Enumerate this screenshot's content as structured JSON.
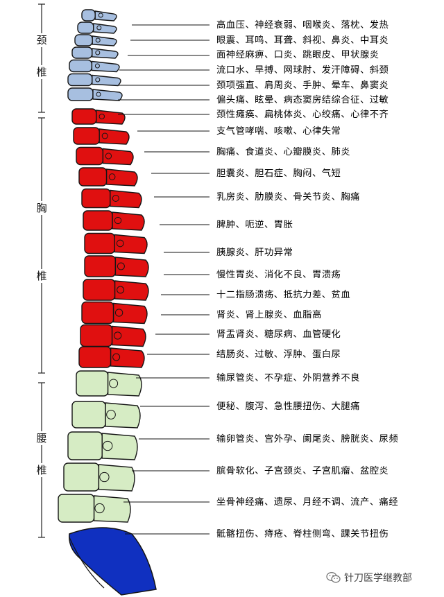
{
  "regions": {
    "cervical": [
      "颈",
      "椎"
    ],
    "thoracic": [
      "胸",
      "椎"
    ],
    "lumbar": [
      "腰",
      "椎"
    ]
  },
  "labels": [
    "高血压、神经衰弱、咽喉炎、落枕、发热",
    "眼震、耳鸣、耳聋、斜视、鼻炎、中耳炎",
    "面神经麻痹、口炎、跳眼皮、甲状腺炎",
    "流口水、旱搏、网球肘、发汗障碍、斜颈",
    "颈项强直、肩周炎、手肿、晕车、鼻窦炎",
    "偏头痛、眩晕、病态窦房结综合征、过敏",
    "颈性瘫痪、扁桃体炎、心绞痛、心律不齐",
    "支气管哮喘、咳嗽、心律失常",
    "胸痛、食道炎、心瓣膜炎、肺炎",
    "胆囊炎、胆石症、胸闷、气短",
    "乳房炎、肋膜炎、骨关节炎、胸痛",
    "脾肿、呃逆、胃胀",
    "胰腺炎、肝功异常",
    "慢性胃炎、消化不良、胃溃疡",
    "十二指肠溃疡、抵抗力差、贫血",
    "肾炎、肾上腺炎、血脂高",
    "肾盂肾炎、糖尿病、血管硬化",
    "结肠炎、过敏、浮肿、蛋白尿",
    "输尿管炎、不孕症、外阴营养不良",
    "便秘、腹泻、急性腰扭伤、大腿痛",
    "输卵管炎、宫外孕、阑尾炎、膀胱炎、尿频",
    "膑骨软化、子宫颈炎、子宫肌瘤、盆腔炎",
    "坐骨神经痛、遗尿、月经不调、流产、痛经",
    "骶髂扭伤、痔疮、脊柱侧弯、踝关节扭伤"
  ],
  "watermark": "针刀医学继教部",
  "colors": {
    "cervical": "#a7bfe0",
    "thoracic": "#e01010",
    "lumbar": "#d6ecc4",
    "sacrum": "#1030c0",
    "outline": "#151515"
  }
}
